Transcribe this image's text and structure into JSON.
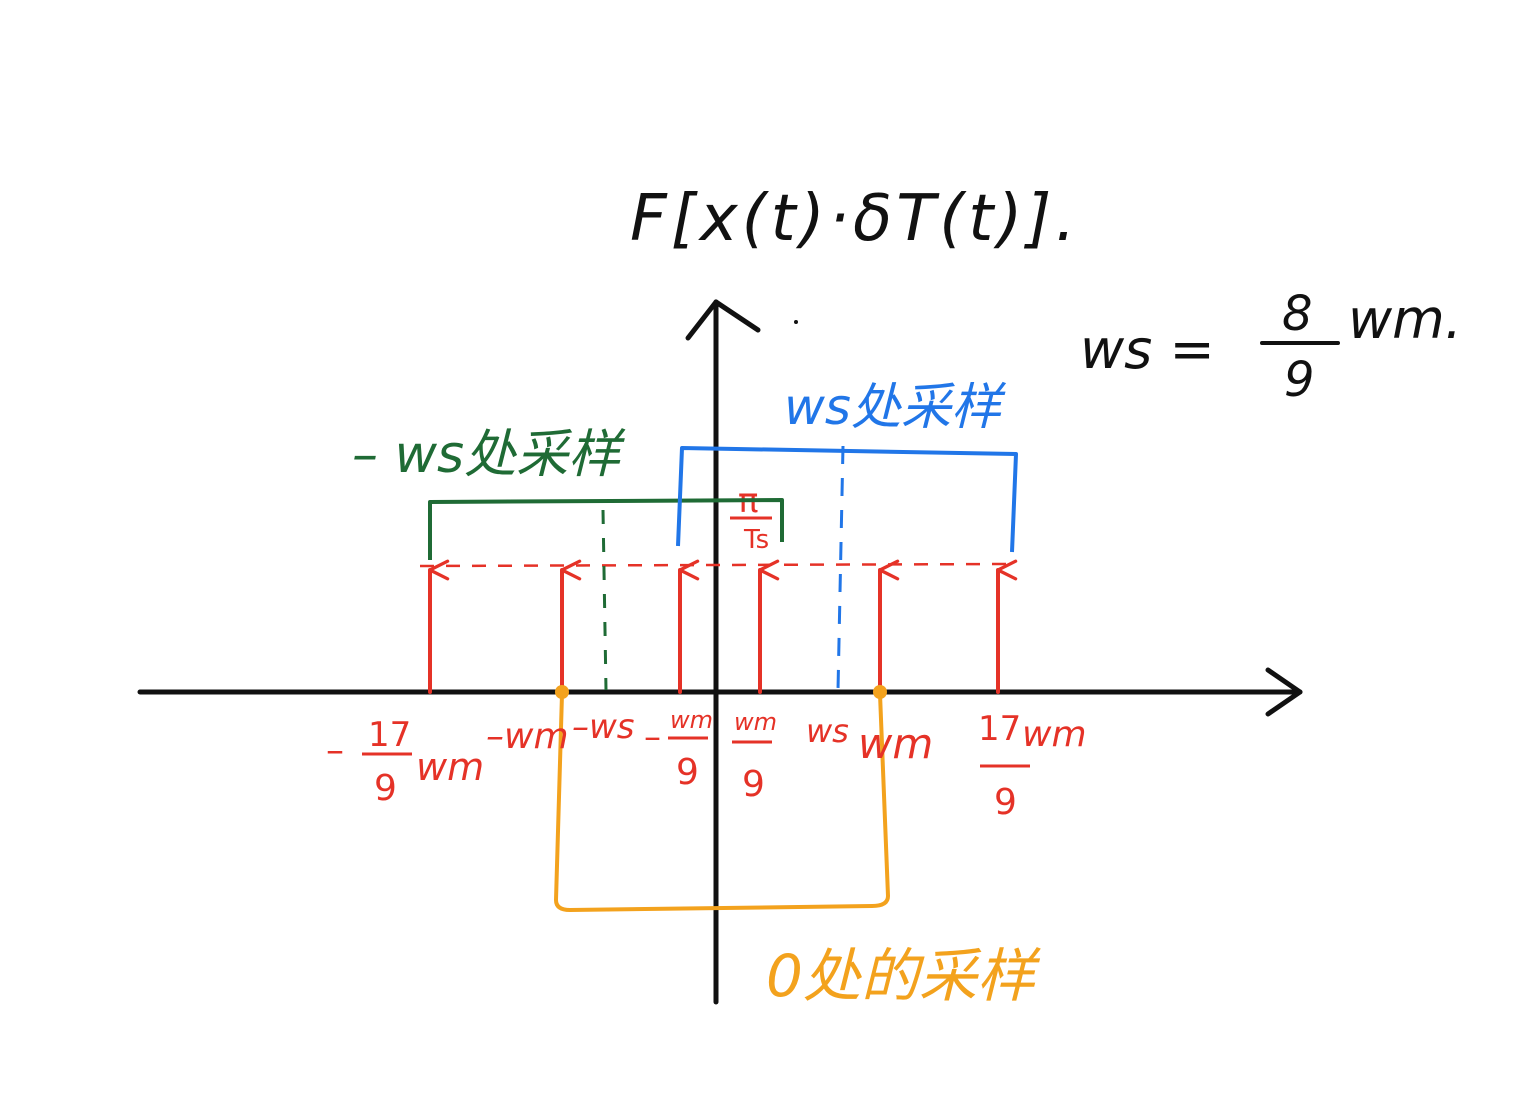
{
  "title": "F[x(t)·δT(t)].",
  "equation": {
    "lhs": "ws =",
    "numerator": "8",
    "denominator": "9",
    "rhs": "wm."
  },
  "brace_labels": {
    "neg_ws": "– ws处采样",
    "pos_ws": "ws处采样",
    "zero": "0处的采样"
  },
  "impulse_height": {
    "num": "π",
    "den": "Ts"
  },
  "x_labels": [
    {
      "prefix": "–",
      "num": "17",
      "den": "9",
      "suffix": "wm"
    },
    {
      "text": "–wm"
    },
    {
      "text": "–ws"
    },
    {
      "prefix": "–",
      "num": "wm",
      "den": "9"
    },
    {
      "num": "wm",
      "den": "9"
    },
    {
      "text": "ws"
    },
    {
      "text": "wm"
    },
    {
      "num": "17",
      "suffix": "wm",
      "den": "9"
    }
  ],
  "colors": {
    "axes": "#111111",
    "impulse": "#e53227",
    "neg_ws_brace": "#1f6b35",
    "pos_ws_brace": "#2176e8",
    "zero_brace": "#f3a21d"
  },
  "icons": {
    "arrowhead": "open-chevron"
  }
}
